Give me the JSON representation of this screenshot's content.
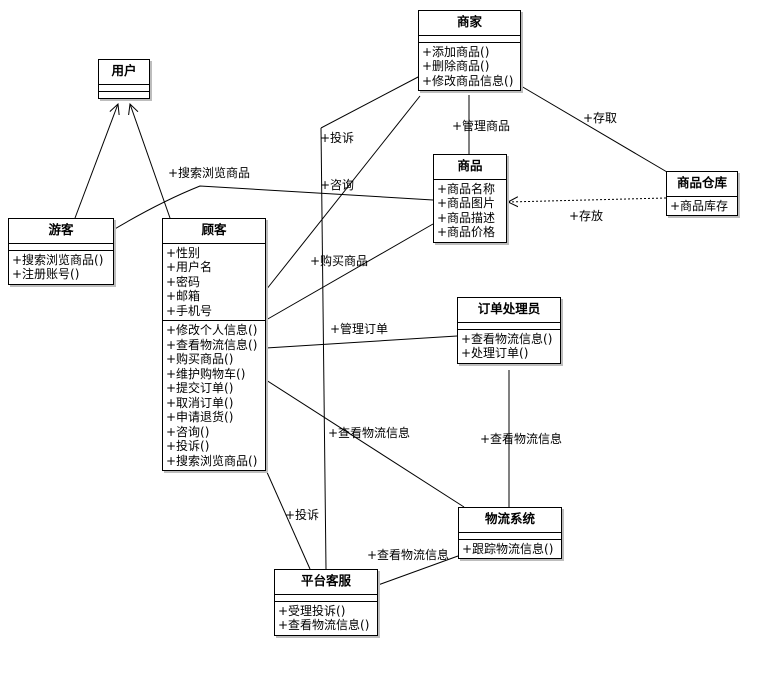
{
  "classes": {
    "user": {
      "name": "用户",
      "attributes": [],
      "methods": []
    },
    "visitor": {
      "name": "游客",
      "attributes": [],
      "methods": [
        "+搜索浏览商品()",
        "+注册账号()"
      ]
    },
    "customer": {
      "name": "顾客",
      "attributes": [
        "+性别",
        "+用户名",
        "+密码",
        "+邮箱",
        "+手机号"
      ],
      "methods": [
        "+修改个人信息()",
        "+查看物流信息()",
        "+购买商品()",
        "+维护购物车()",
        "+提交订单()",
        "+取消订单()",
        "+申请退货()",
        "+咨询()",
        "+投诉()",
        "+搜索浏览商品()"
      ]
    },
    "merchant": {
      "name": "商家",
      "attributes": [],
      "methods": [
        "+添加商品()",
        "+删除商品()",
        "+修改商品信息()"
      ]
    },
    "product": {
      "name": "商品",
      "attributes": [],
      "methods": [
        "+商品名称",
        "+商品图片",
        "+商品描述",
        "+商品价格"
      ]
    },
    "warehouse": {
      "name": "商品仓库",
      "attributes": [],
      "methods": [
        "+商品库存"
      ]
    },
    "order": {
      "name": "订单处理员",
      "attributes": [],
      "methods": [
        "+查看物流信息()",
        "+处理订单()"
      ]
    },
    "logistics": {
      "name": "物流系统",
      "attributes": [],
      "methods": [
        "+跟踪物流信息()"
      ]
    },
    "service": {
      "name": "平台客服",
      "attributes": [],
      "methods": [
        "+受理投诉()",
        "+查看物流信息()"
      ]
    }
  },
  "labels": {
    "search_browse": "+搜索浏览商品",
    "complain_merchant": "+投诉",
    "manage_product": "+管理商品",
    "access": "+存取",
    "consult": "+咨询",
    "store": "+存放",
    "buy": "+购买商品",
    "manage_order": "+管理订单",
    "view_logistics_customer": "+查看物流信息",
    "view_logistics_order": "+查看物流信息",
    "complain_service": "+投诉",
    "view_logistics_service": "+查看物流信息"
  }
}
